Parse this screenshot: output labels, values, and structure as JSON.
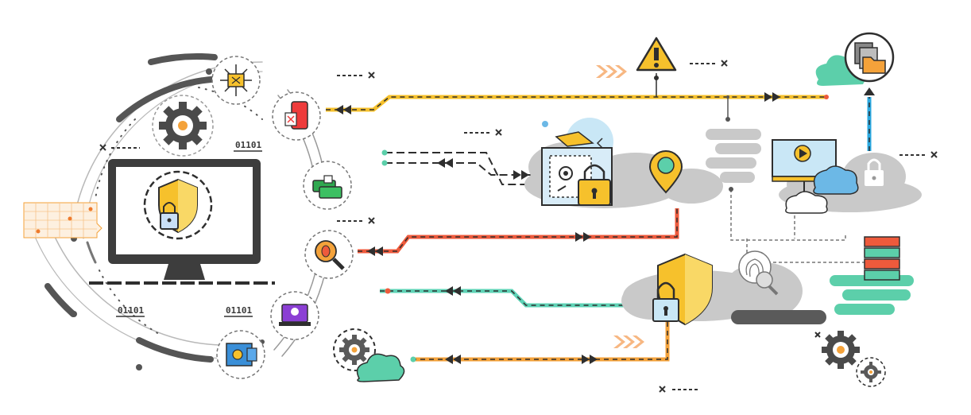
{
  "diagram": {
    "binary_labels": [
      "01101",
      "01101",
      "01101"
    ],
    "icons": [
      "monitor-shield-lock-icon",
      "gear-icon",
      "network-lock-icon",
      "mobile-alert-icon",
      "cash-lock-icon",
      "bug-search-icon",
      "laptop-hacker-icon",
      "safe-box-icon",
      "warning-icon",
      "vault-card-icon",
      "location-pin-icon",
      "cloud-folder-icon",
      "video-screen-icon",
      "server-rack-icon",
      "shield-lock-icon",
      "fingerprint-search-icon",
      "circuit-board-icon"
    ],
    "colors": {
      "yellow_line": "#f6c12c",
      "red_line": "#ee5a3c",
      "teal_line": "#5ed3b6",
      "orange_line": "#f4a23a",
      "blue_line": "#2aa8e0",
      "dark": "#2e2e2e",
      "grey_cloud": "#c9c9c9",
      "mint_cloud": "#5ccfaa"
    }
  }
}
